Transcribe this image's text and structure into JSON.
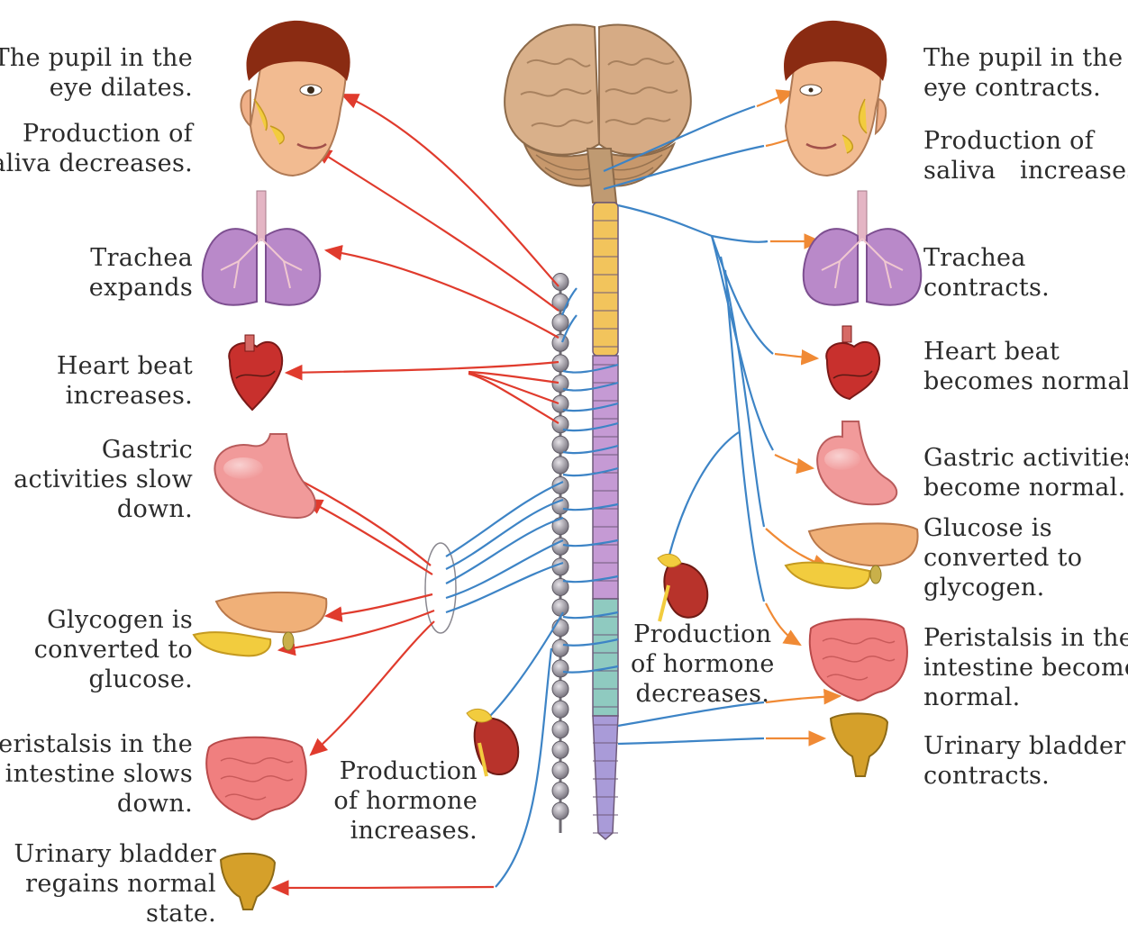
{
  "colors": {
    "sympathetic": "#e03b2d",
    "parasympathetic": "#3d84c6",
    "parasympathetic_branch": "#f08a35",
    "ganglion_bead": "#8e8a90",
    "cord_upper": "#f2c45c",
    "cord_middle": "#c59ad4",
    "cord_lower": "#8fcac0",
    "cord_bottom": "#a99bd8",
    "brain": "#d9b08a",
    "skin": "#f2bb91",
    "hair": "#8a2b12",
    "lungs": "#b989c9",
    "heart": "#c8302d",
    "stomach": "#f19a9a",
    "liver": "#f0b078",
    "pancreas": "#f2cc3e",
    "intestine": "#f07f7f",
    "kidney": "#b8332b",
    "bladder": "#d5a02a"
  },
  "left_labels": [
    {
      "lines": [
        "The pupil in the",
        "eye dilates."
      ]
    },
    {
      "lines": [
        "Production of",
        "saliva decreases."
      ]
    },
    {
      "lines": [
        "Trachea",
        "expands"
      ]
    },
    {
      "lines": [
        "Heart beat",
        "increases."
      ]
    },
    {
      "lines": [
        "Gastric",
        "activities slow",
        "down."
      ]
    },
    {
      "lines": [
        "Glycogen is",
        "converted to",
        "glucose."
      ]
    },
    {
      "lines": [
        "Peristalsis in the",
        "intestine slows",
        "down."
      ]
    },
    {
      "lines": [
        "Urinary bladder",
        "regains normal",
        "state."
      ]
    }
  ],
  "right_labels": [
    {
      "lines": [
        "The pupil in the",
        "eye contracts."
      ]
    },
    {
      "lines": [
        "Production of",
        "saliva   increases."
      ]
    },
    {
      "lines": [
        "Trachea",
        "contracts."
      ]
    },
    {
      "lines": [
        "Heart beat",
        "becomes normal."
      ]
    },
    {
      "lines": [
        "Gastric activities",
        "become normal."
      ]
    },
    {
      "lines": [
        "Glucose is",
        "converted to",
        "glycogen."
      ]
    },
    {
      "lines": [
        "Peristalsis in the",
        "intestine becomes",
        "normal."
      ]
    },
    {
      "lines": [
        "Urinary bladder",
        "contracts."
      ]
    }
  ],
  "center_labels": [
    {
      "lines": [
        "Production",
        "of hormone",
        "decreases."
      ]
    },
    {
      "lines": [
        "Production",
        "of hormone",
        "increases."
      ]
    }
  ]
}
